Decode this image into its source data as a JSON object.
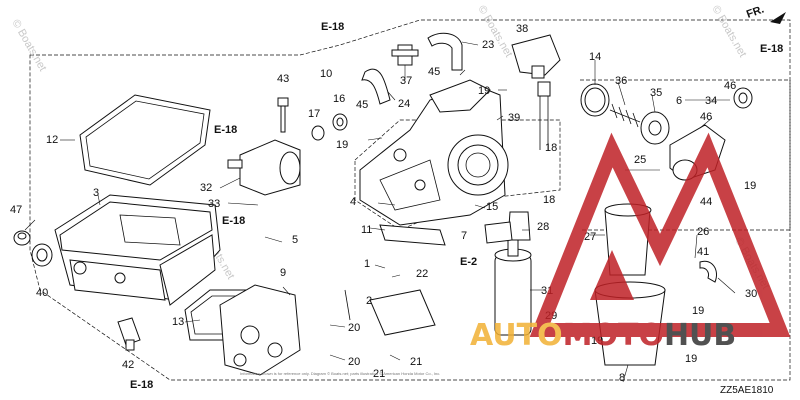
{
  "diagram": {
    "code": "ZZ5AE1810",
    "front_marker": "FR.",
    "watermark": "© Boats.net",
    "fine_print": "Information shown is for reference only. Diagram © Boats.net; parts illustration © American Honda Motor Co., Inc.",
    "brand": {
      "part1": "AUTO",
      "part2": "MOTO",
      "part3": "HUB"
    },
    "colors": {
      "logo_red": "#bf2126",
      "logo_gold": "#f2b134",
      "logo_dark": "#333333",
      "line": "#111111"
    },
    "refs": {
      "e18_a": "E-18",
      "e18_b": "E-18",
      "e18_c": "E-18",
      "e18_d": "E-18",
      "e18_e": "E-18",
      "e2": "E-2"
    },
    "callouts": {
      "n1": "1",
      "n2": "2",
      "n3": "3",
      "n4": "4",
      "n5": "5",
      "n6": "6",
      "n7": "7",
      "n8": "8",
      "n9": "9",
      "n10": "10",
      "n11": "11",
      "n12": "12",
      "n13": "13",
      "n14": "14",
      "n15": "15",
      "n16": "16",
      "n17": "17",
      "n18a": "18",
      "n18b": "18",
      "n19a": "19",
      "n19b": "19",
      "n19c": "19",
      "n19d": "19",
      "n19e": "19",
      "n19f": "19",
      "n20a": "20",
      "n20b": "20",
      "n21a": "21",
      "n21b": "21",
      "n22": "22",
      "n23": "23",
      "n24": "24",
      "n25": "25",
      "n26": "26",
      "n27": "27",
      "n28": "28",
      "n29": "29",
      "n30": "30",
      "n31": "31",
      "n32": "32",
      "n33": "33",
      "n34": "34",
      "n35": "35",
      "n36": "36",
      "n37": "37",
      "n38": "38",
      "n39": "39",
      "n40": "40",
      "n41": "41",
      "n42": "42",
      "n43": "43",
      "n44": "44",
      "n45a": "45",
      "n45b": "45",
      "n46a": "46",
      "n46b": "46",
      "n47": "47"
    }
  }
}
